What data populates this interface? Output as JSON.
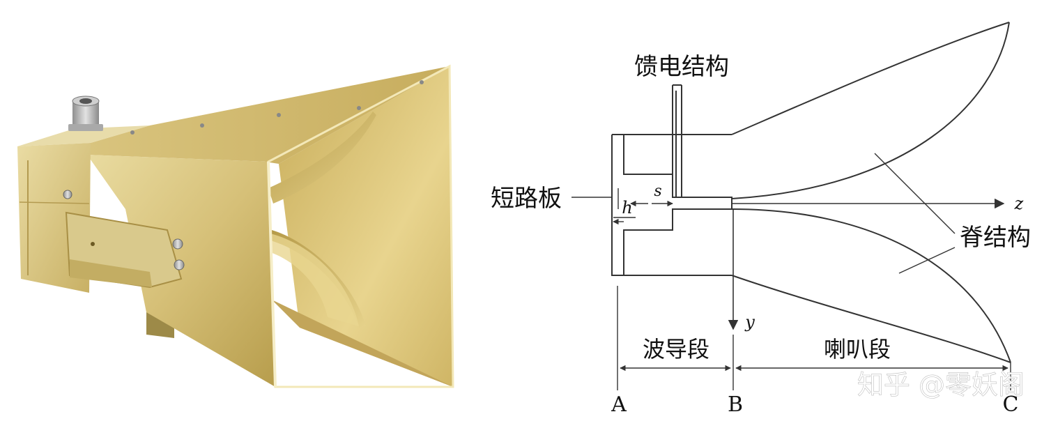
{
  "photo": {
    "name": "ridged horn antenna photo",
    "colors": {
      "brass_light": "#efe3a8",
      "brass_mid": "#d8c37a",
      "brass_dark": "#a48a3c",
      "steel": "#b8b8b8"
    }
  },
  "diagram": {
    "labels": {
      "feed": "馈电结构",
      "short_plate": "短路板",
      "ridge": "脊结构",
      "waveguide_section": "波导段",
      "horn_section": "喇叭段",
      "dim_h": "h",
      "dim_s": "s",
      "axis_z": "z",
      "axis_y": "y",
      "point_a": "A",
      "point_b": "B",
      "point_c": "C"
    },
    "colors": {
      "line": "#333333",
      "text": "#111111"
    }
  },
  "watermark": {
    "text": "知乎 @零妖阁"
  }
}
